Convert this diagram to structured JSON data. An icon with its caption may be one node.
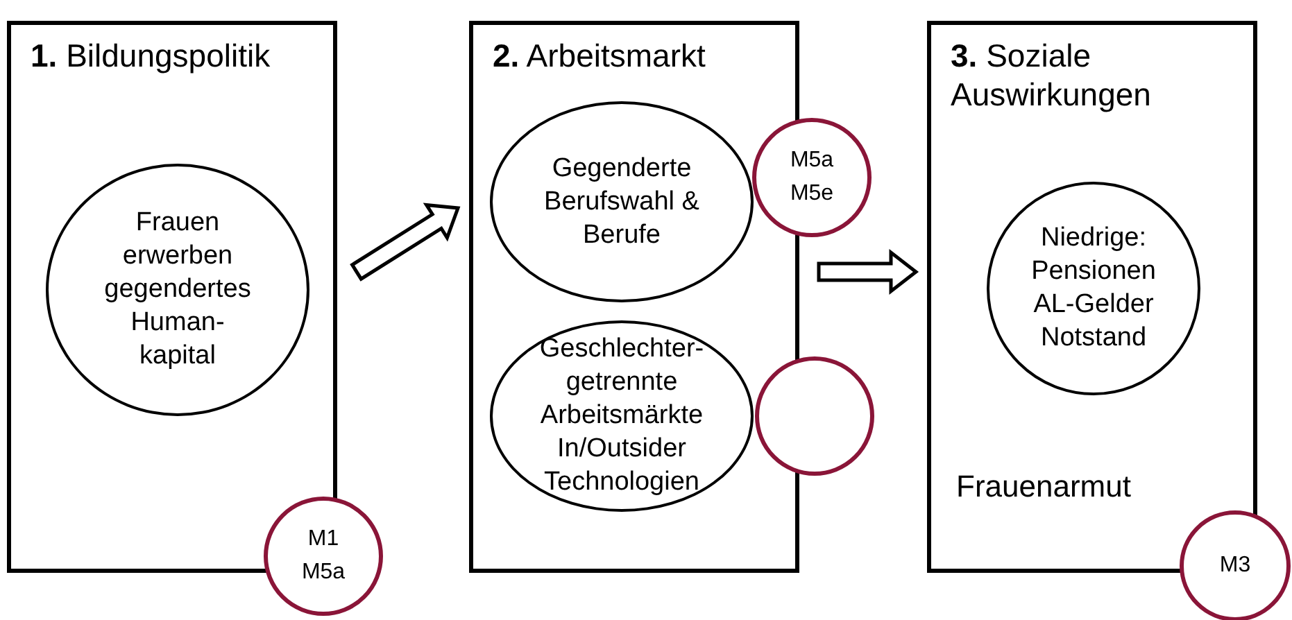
{
  "diagram": {
    "nodes": [
      {
        "text": [
          "**1.** Bildungspolitik"
        ]
      },
      {
        "text": [
          "Frauen erwerben gegendertes Human- kapital"
        ],
        "in": 0
      },
      {
        "text": [
          "M1 M5a"
        ]
      },
      {
        "text": [
          "**2.** Arbeitsmarkt"
        ]
      },
      {
        "text": [
          "Gegenderte Berufswahl & Berufe"
        ],
        "in": 3
      },
      {
        "text": [
          "M5a M5e"
        ]
      },
      {
        "text": [
          "Geschlechter- getrennte Arbeitsmärkte In/Outsider Technologien"
        ],
        "in": 3
      },
      {
        "text": [],
        "shape": "circle"
      },
      {
        "text": [
          "**3.** Soziale Auswirkungen",
          "Frauenarmut"
        ]
      },
      {
        "text": [
          "Niedrige: Pensionen AL-Gelder Notstand"
        ],
        "in": 8
      },
      {
        "text": [
          "M3"
        ]
      }
    ],
    "edges": [
      {
        "from": 0,
        "to": 3,
        "arrow": "to"
      },
      {
        "from": 3,
        "to": 8,
        "arrow": "to"
      }
    ]
  }
}
